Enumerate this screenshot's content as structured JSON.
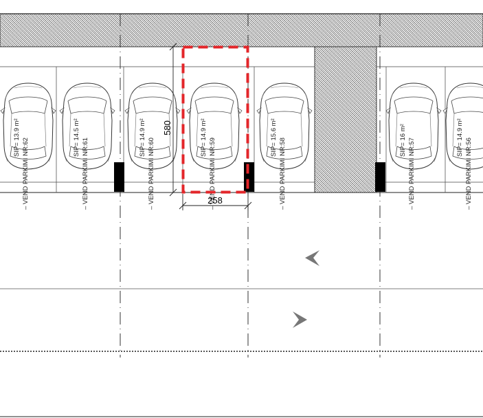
{
  "drawing": {
    "title": "",
    "highlight_color": "#e3262a",
    "line_color": "#222222",
    "hatch_color": "#555555"
  },
  "spots": [
    {
      "id": "62",
      "label": "– VEND PARKIMI NR:62",
      "area": "SIP= 13.9 m²"
    },
    {
      "id": "61",
      "label": "– VEND PARKIMI NR:61",
      "area": "SIP= 14.5 m²"
    },
    {
      "id": "60",
      "label": "– VEND PARKIMI NR:60",
      "area": "SIP= 14.9 m²"
    },
    {
      "id": "59",
      "label": "– VEND PARKIMI NR:59",
      "area": "SIP= 14.9 m²",
      "selected": true
    },
    {
      "id": "58",
      "label": "– VEND PARKIMI NR:58",
      "area": "SIP= 15.6 m²"
    },
    {
      "id": "57",
      "label": "– VEND PARKIMI NR:57",
      "area": "SIP= 16 m²"
    },
    {
      "id": "56",
      "label": "– VEND PARKIMI NR:56",
      "area": "SIP= 14.9 m²"
    }
  ],
  "dimensions": {
    "depth": "580",
    "width": "258"
  },
  "traffic": {
    "upper_lane_arrow": "left-arrow-icon",
    "lower_lane_arrow": "right-arrow-icon"
  }
}
